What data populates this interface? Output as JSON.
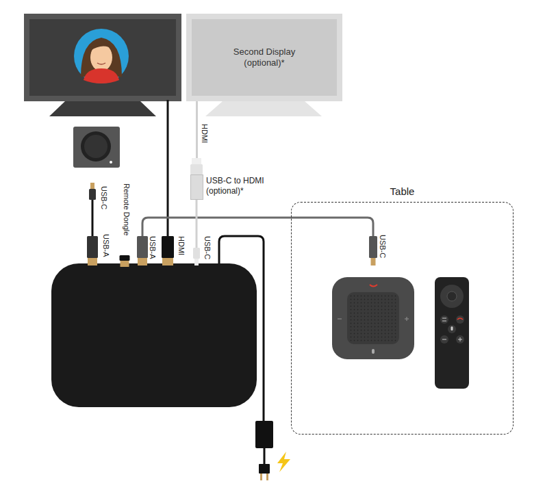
{
  "diagram": {
    "nodes": [
      {
        "text": [
          "Second Display (optional)*"
        ]
      },
      {
        "text": [
          "USB-C to HDMI (optional)*"
        ]
      },
      {
        "text": [
          "Table"
        ]
      }
    ],
    "edges": [
      {
        "from": 0,
        "to": 1,
        "label": "HDMI",
        "arrow": "none"
      }
    ],
    "labels": [
      "USB-C",
      "Remote Dongle",
      "USB-A",
      "USB-A",
      "HDMI",
      "USB-C",
      "USB-C"
    ]
  }
}
